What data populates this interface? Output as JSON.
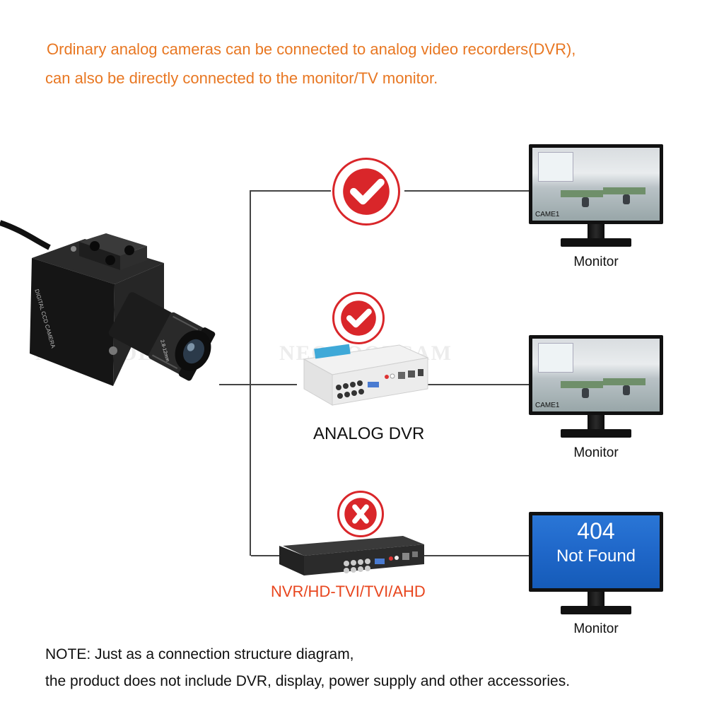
{
  "intro": {
    "line1": "Ordinary analog cameras can be connected to analog video recorders(DVR),",
    "line2": "can also be directly connected to the monitor/TV monitor."
  },
  "camera": {
    "side_text": "DIGITAL CCD CAMERA",
    "lens_text": "2.8-12mm"
  },
  "watermark": "NEOCOOLCAM",
  "branches": [
    {
      "status": "check",
      "device": "",
      "monitor_label": "Monitor",
      "screen_caption": "CAME1"
    },
    {
      "status": "check",
      "device": "ANALOG DVR",
      "monitor_label": "Monitor",
      "screen_caption": "CAME1"
    },
    {
      "status": "cross",
      "device": "NVR/HD-TVI/TVI/AHD",
      "monitor_label": "Monitor",
      "screen_code": "404",
      "screen_msg": "Not Found"
    }
  ],
  "note": {
    "line1": "NOTE: Just as a connection structure diagram,",
    "line2": "the product does not include DVR, display, power supply and other accessories."
  },
  "colors": {
    "intro_text": "#e87722",
    "badge": "#d9262a",
    "nvr_label": "#e8461e",
    "error_screen": "#1f67c9"
  }
}
